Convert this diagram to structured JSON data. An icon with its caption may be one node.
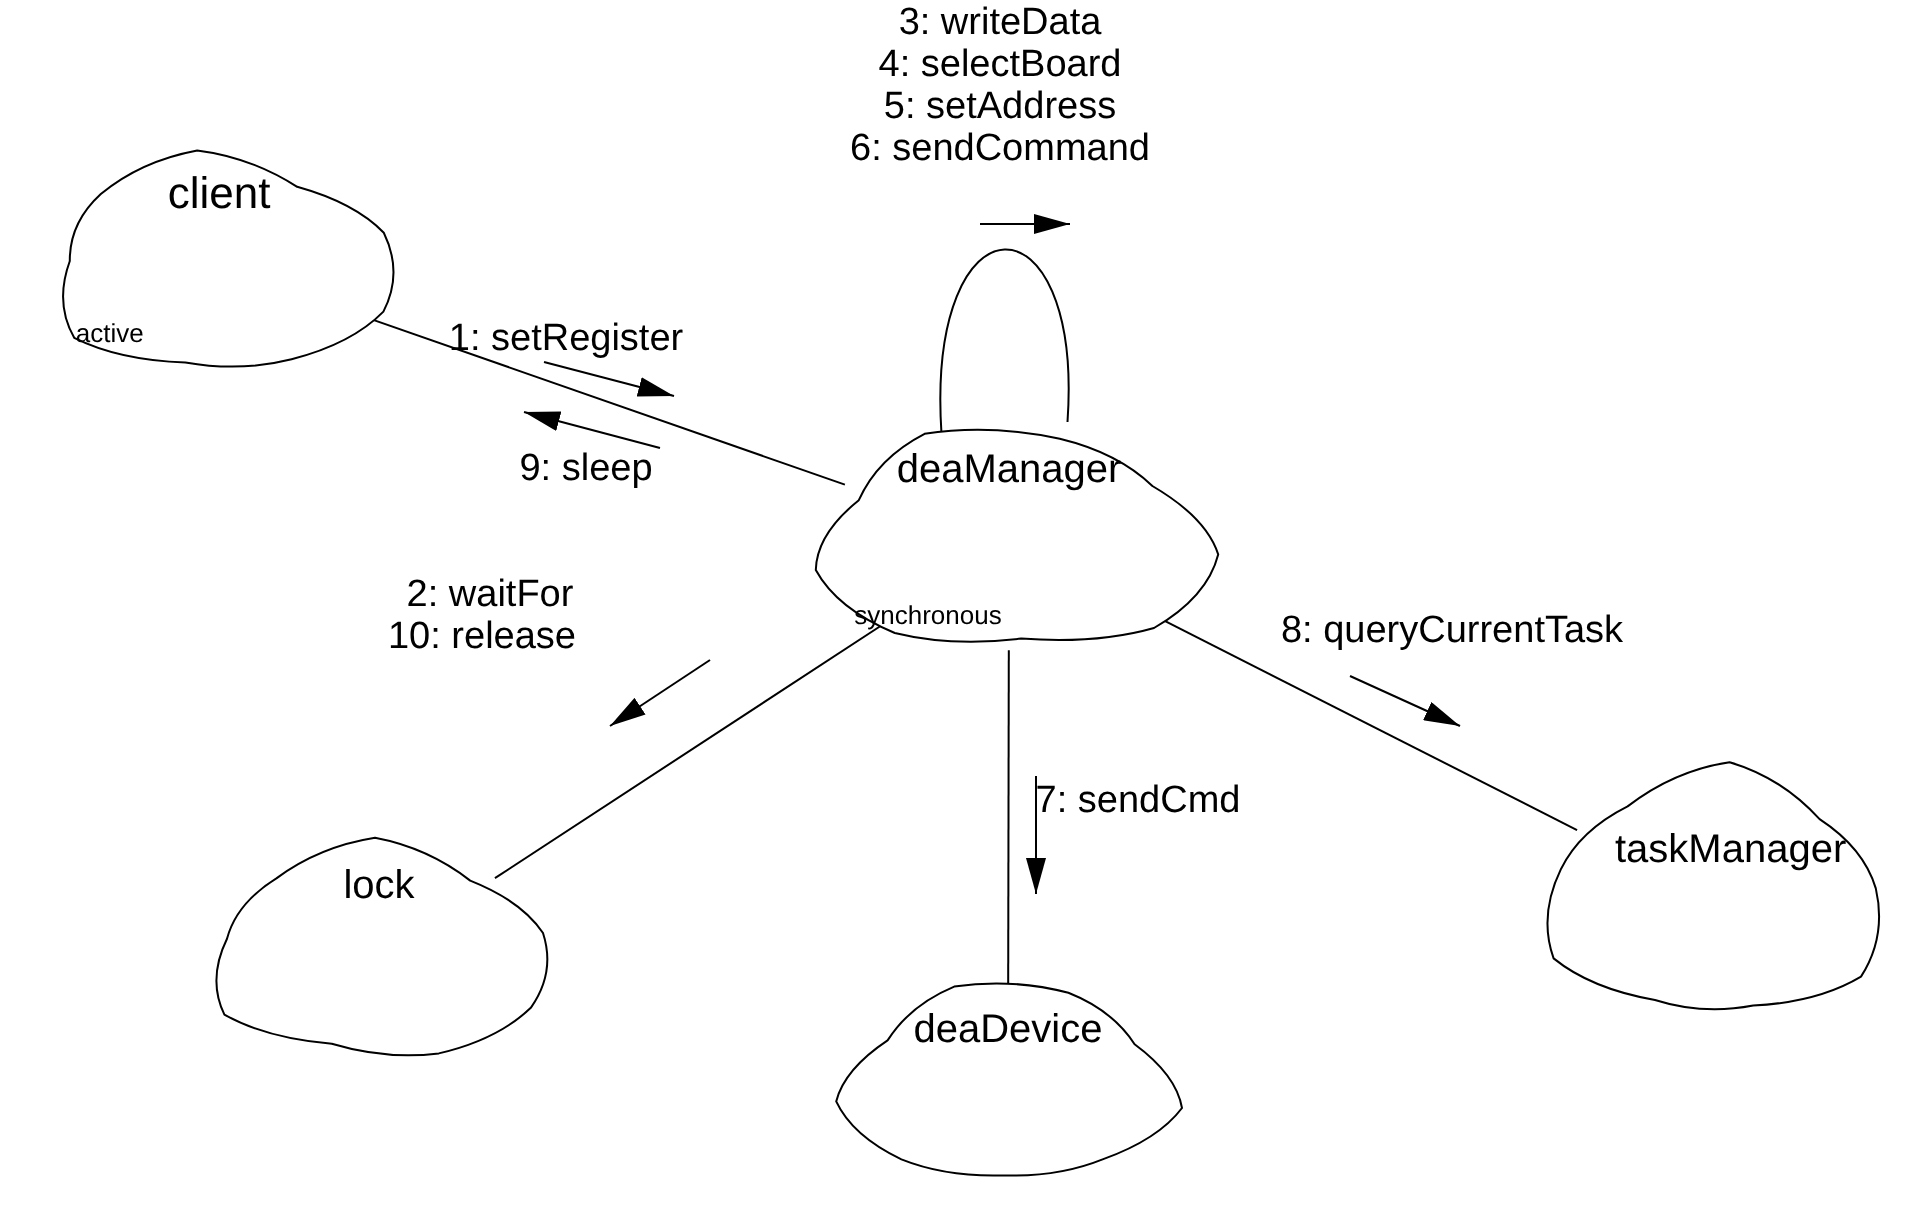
{
  "diagram": {
    "nodes": [
      {
        "text": [
          "client",
          "active"
        ]
      },
      {
        "text": [
          "deaManager",
          "synchronous"
        ]
      },
      {
        "text": [
          "lock"
        ]
      },
      {
        "text": [
          "deaDevice"
        ]
      },
      {
        "text": [
          "taskManager"
        ]
      }
    ],
    "edges": [
      {
        "from": 0,
        "to": 1,
        "arrow": "none"
      },
      {
        "from": 1,
        "to": 1,
        "arrow": "none"
      },
      {
        "from": 1,
        "to": 2,
        "arrow": "none"
      },
      {
        "from": 1,
        "to": 3,
        "arrow": "none"
      },
      {
        "from": 1,
        "to": 4,
        "arrow": "none"
      }
    ],
    "labels": [
      "3: writeData",
      "4: selectBoard",
      "5: setAddress",
      "6: sendCommand",
      "1: setRegister",
      "9: sleep",
      "2: waitFor",
      "10: release",
      "8: queryCurrentTask",
      "7: sendCmd"
    ]
  }
}
